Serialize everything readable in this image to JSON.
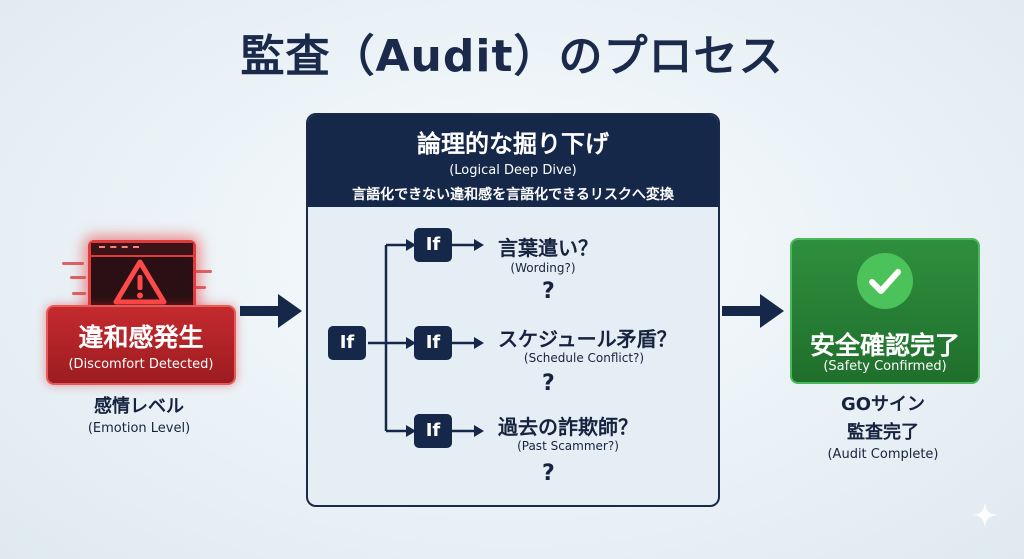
{
  "title": "監査（Audit）のプロセス",
  "left": {
    "box_title": "違和感発生",
    "box_subtitle": "(Discomfort Detected)",
    "caption": "感情レベル",
    "caption_sub": "(Emotion Level)",
    "icon": "warning-icon",
    "accent": "#c42a2e"
  },
  "panel": {
    "title": "論理的な掘り下げ",
    "subtitle": "(Logical Deep Dive)",
    "description": "言語化できない違和感を言語化できるリスクへ変換",
    "root_label": "If",
    "branches": [
      {
        "if_label": "If",
        "question": "言葉遣い？",
        "question_sub": "(Wording?)",
        "mark": "?"
      },
      {
        "if_label": "If",
        "question": "スケジュール矛盾？",
        "question_sub": "(Schedule Conflict?)",
        "mark": "?"
      },
      {
        "if_label": "If",
        "question": "過去の詐欺師？",
        "question_sub": "(Past Scammer?)",
        "mark": "?"
      }
    ],
    "header_color": "#16284a"
  },
  "right": {
    "box_title": "安全確認完了",
    "box_subtitle": "(Safety Confirmed)",
    "caption_line1": "GOサイン",
    "caption_line2": "監査完了",
    "caption_sub": "(Audit Complete)",
    "icon": "check-icon",
    "accent": "#2f8f3e"
  }
}
